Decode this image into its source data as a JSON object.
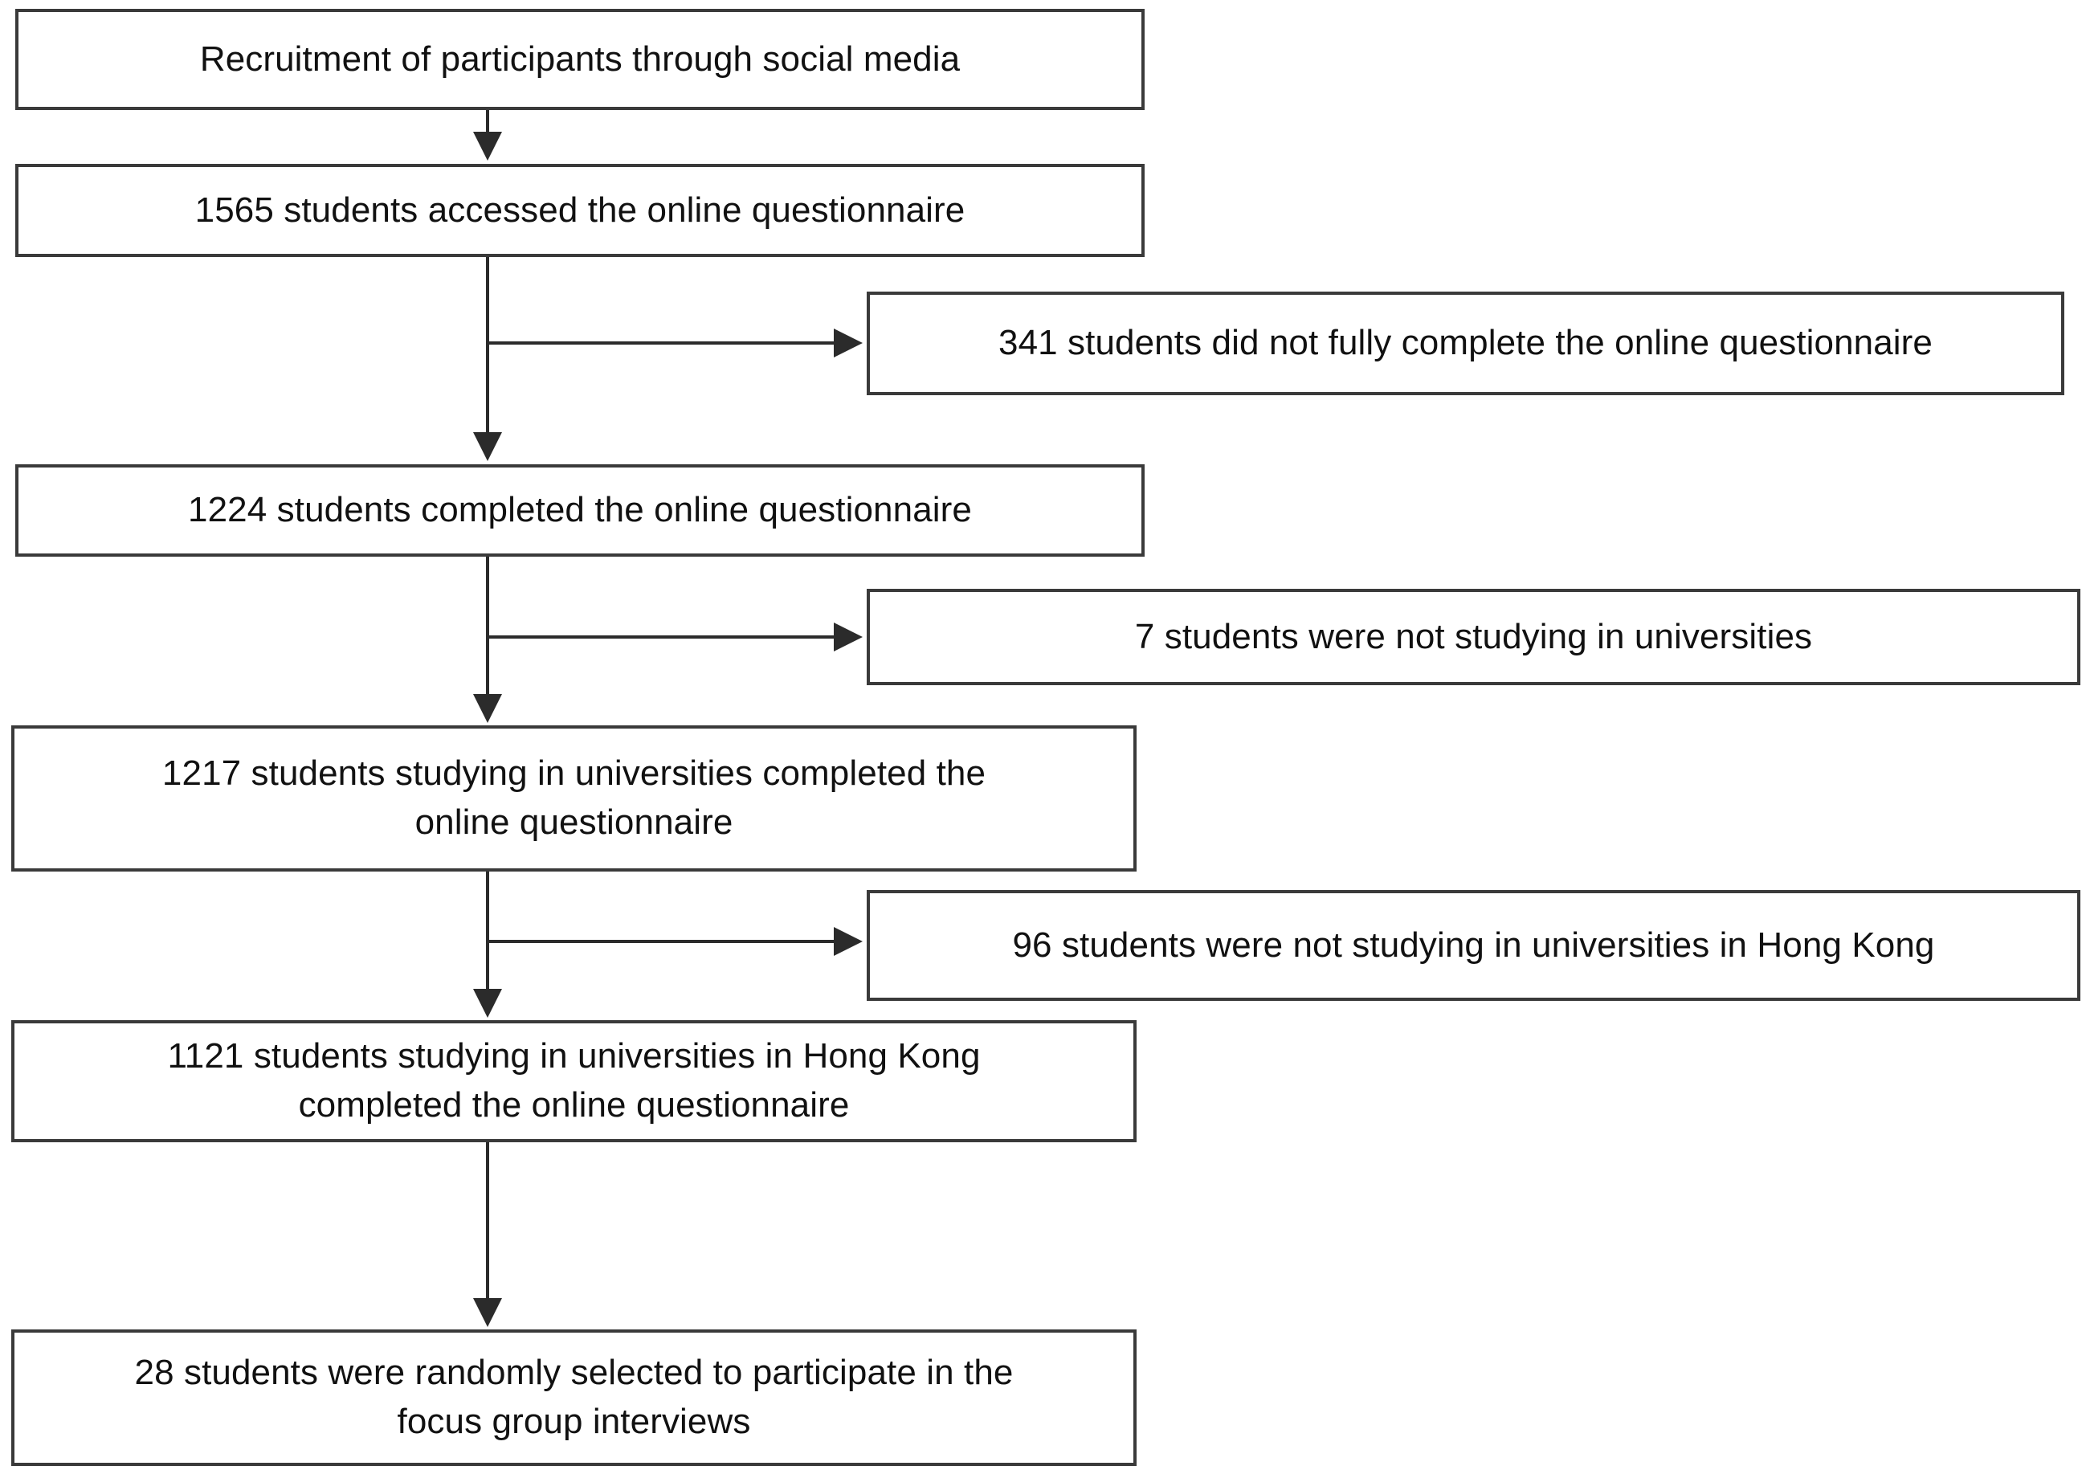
{
  "figure": {
    "type": "flowchart",
    "orientation": "top-to-bottom",
    "title": "Participant recruitment and selection flow diagram",
    "line_color": "#3a3a3a",
    "text_color": "#111111",
    "background_color": "#ffffff"
  },
  "main_nodes": [
    {
      "id": "recruitment",
      "text": "Recruitment of participants through social media",
      "count": null
    },
    {
      "id": "accessed",
      "text": "1565 students accessed the online questionnaire",
      "count": 1565
    },
    {
      "id": "completed",
      "text": "1224 students completed the online questionnaire",
      "count": 1224
    },
    {
      "id": "universities",
      "text": "1217 students studying in universities completed the\nonline questionnaire",
      "count": 1217
    },
    {
      "id": "hong-kong",
      "text": "1121 students studying in universities in Hong Kong\ncompleted the online questionnaire",
      "count": 1121
    },
    {
      "id": "focus-group",
      "text": "28 students were randomly selected to participate in the\nfocus group interviews",
      "count": 28
    }
  ],
  "exclusion_nodes": [
    {
      "id": "incomplete",
      "text": "341 students did not fully complete the online questionnaire",
      "count": 341
    },
    {
      "id": "not-university",
      "text": "7 students were not studying in universities",
      "count": 7
    },
    {
      "id": "not-hong-kong",
      "text": "96 students were not studying in universities in Hong Kong",
      "count": 96
    }
  ]
}
